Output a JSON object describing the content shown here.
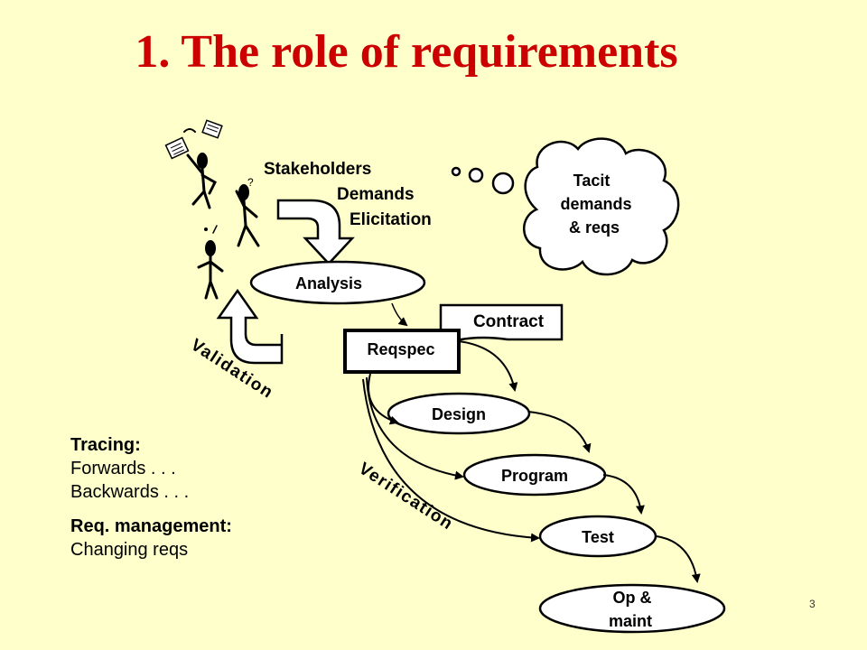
{
  "slide": {
    "title": "1. The role of requirements",
    "page_number": "3"
  },
  "diagram": {
    "stakeholders": "Stakeholders",
    "demands": "Demands",
    "elicitation": "Elicitation",
    "cloud_lines": [
      "Tacit",
      "demands",
      "& reqs"
    ],
    "analysis": "Analysis",
    "contract": "Contract",
    "reqspec": "Reqspec",
    "design": "Design",
    "program": "Program",
    "test": "Test",
    "opmaint_lines": [
      "Op &",
      "maint"
    ],
    "validation": "Validation",
    "verification": "Verification"
  },
  "tracing": {
    "heading": "Tracing:",
    "forwards": "Forwards . . .",
    "backwards": "Backwards . . .",
    "mgmt_heading": "Req. management:",
    "mgmt_item": "Changing reqs"
  }
}
